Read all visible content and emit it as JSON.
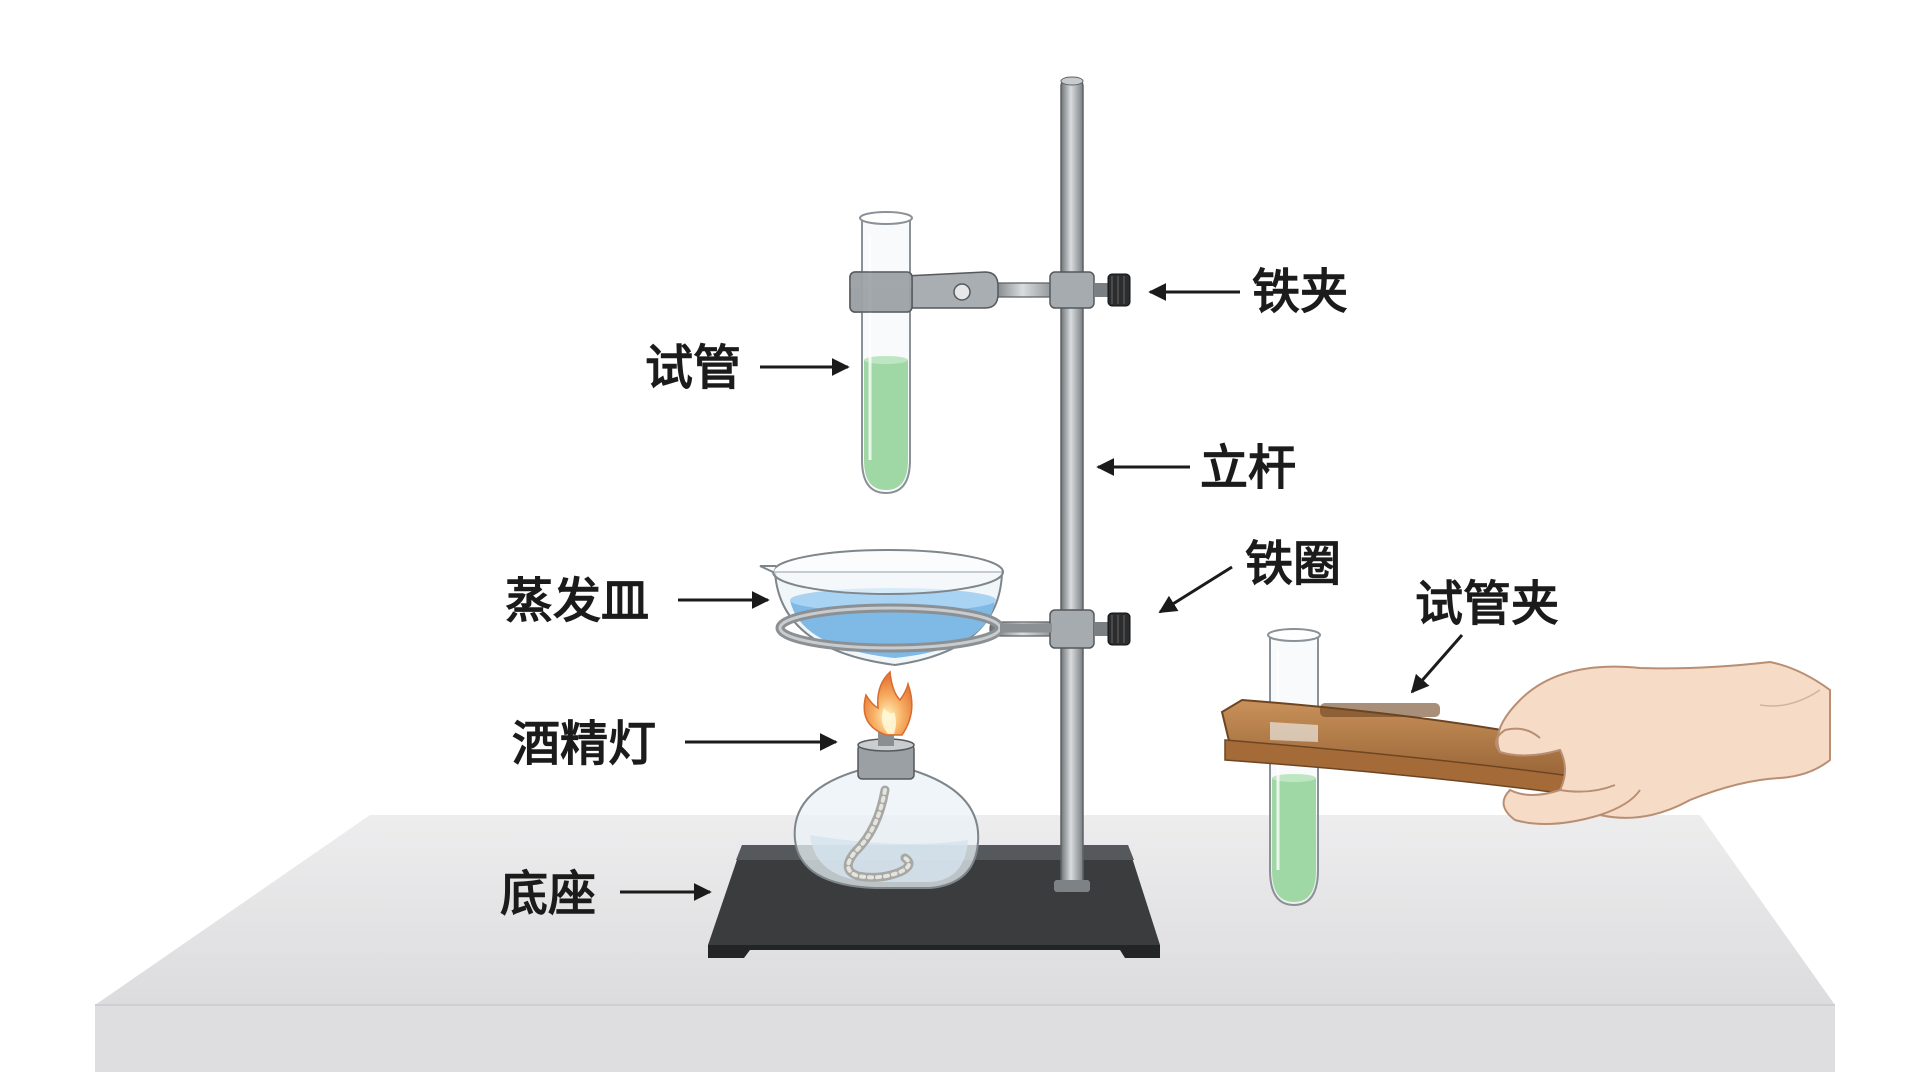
{
  "labels": {
    "test_tube": "试管",
    "iron_clamp": "铁夹",
    "stand_rod": "立杆",
    "iron_ring": "铁圈",
    "evaporating_dish": "蒸发皿",
    "test_tube_holder": "试管夹",
    "alcohol_lamp": "酒精灯",
    "base": "底座"
  },
  "colors": {
    "green_liquid": "#9fd8a4",
    "blue_liquid": "#7fb9e6",
    "metal": "#9aa0a4",
    "base_plate": "#3a3c3e",
    "wood": "#b07a45",
    "flame": "#f0944a",
    "skin": "#f6dcc6"
  }
}
